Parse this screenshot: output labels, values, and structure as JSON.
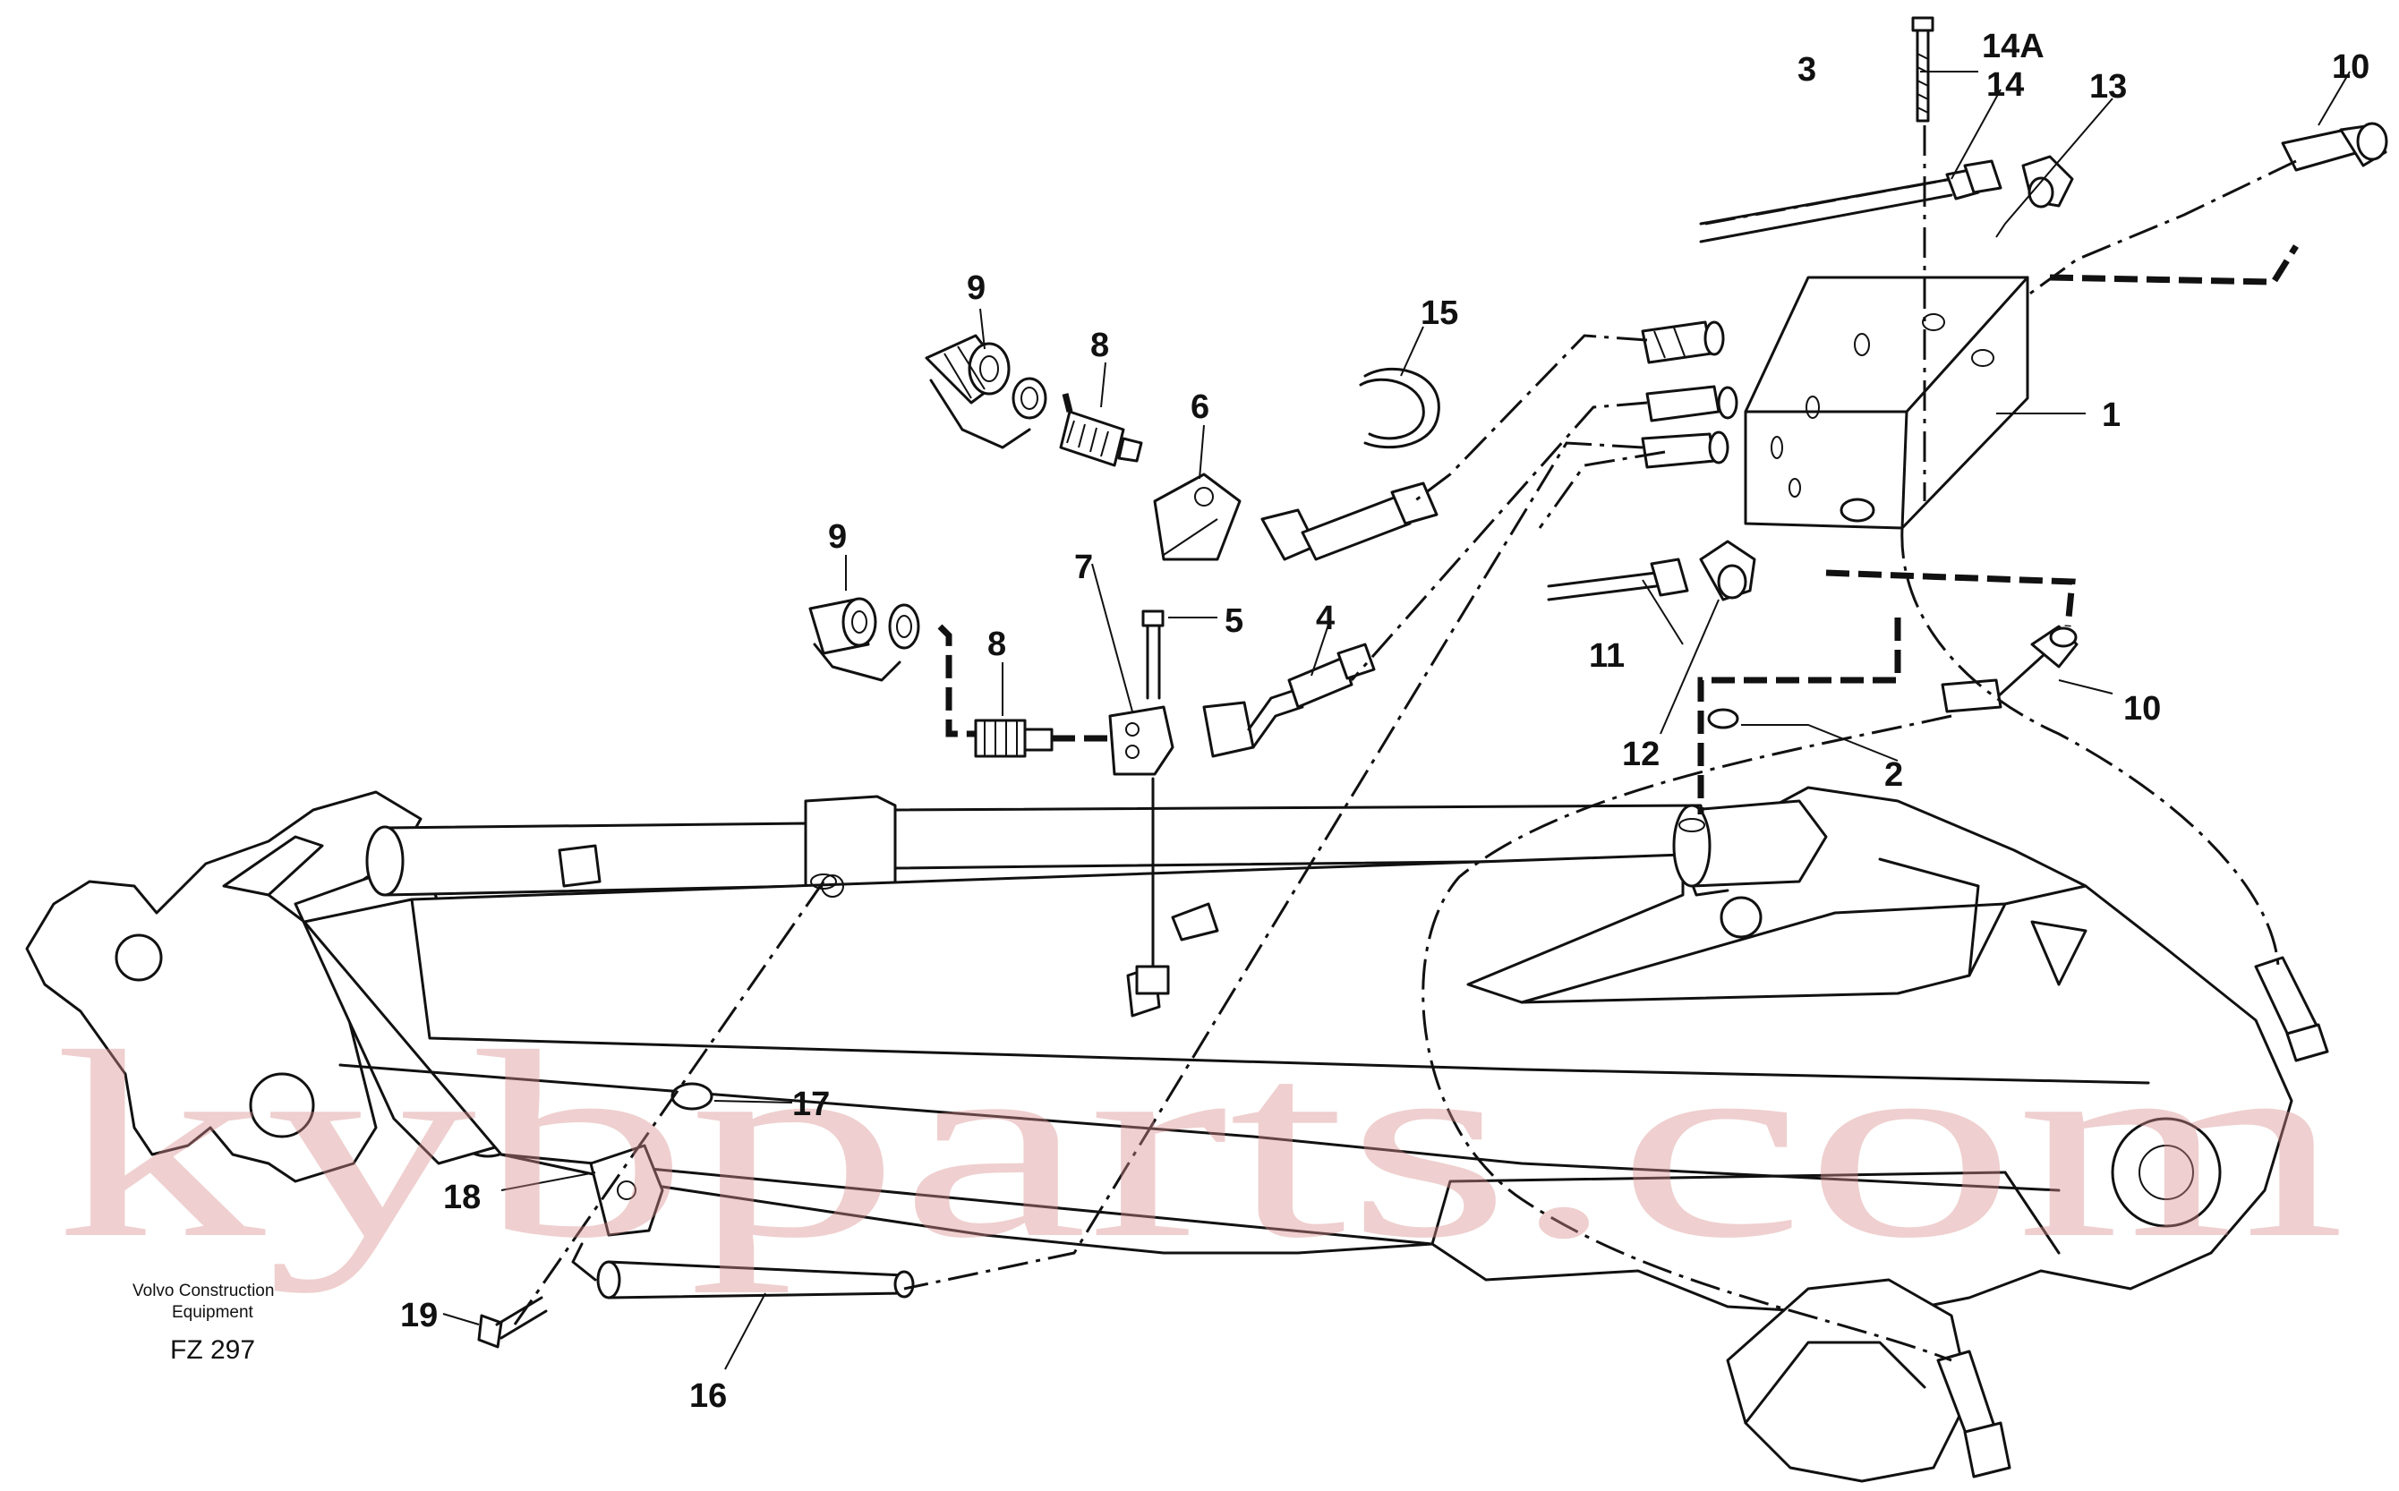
{
  "diagram": {
    "callouts": [
      {
        "id": "c1",
        "label": "1"
      },
      {
        "id": "c2",
        "label": "2"
      },
      {
        "id": "c3",
        "label": "3"
      },
      {
        "id": "c4",
        "label": "4"
      },
      {
        "id": "c5",
        "label": "5"
      },
      {
        "id": "c6",
        "label": "6"
      },
      {
        "id": "c7",
        "label": "7"
      },
      {
        "id": "c8a",
        "label": "8"
      },
      {
        "id": "c8b",
        "label": "8"
      },
      {
        "id": "c9a",
        "label": "9"
      },
      {
        "id": "c9b",
        "label": "9"
      },
      {
        "id": "c10a",
        "label": "10"
      },
      {
        "id": "c10b",
        "label": "10"
      },
      {
        "id": "c11",
        "label": "11"
      },
      {
        "id": "c12",
        "label": "12"
      },
      {
        "id": "c13",
        "label": "13"
      },
      {
        "id": "c14",
        "label": "14"
      },
      {
        "id": "c14a",
        "label": "14A"
      },
      {
        "id": "c15",
        "label": "15"
      },
      {
        "id": "c16",
        "label": "16"
      },
      {
        "id": "c17",
        "label": "17"
      },
      {
        "id": "c18",
        "label": "18"
      },
      {
        "id": "c19",
        "label": "19"
      }
    ],
    "caption": {
      "line1": "Volvo Construction",
      "line2": "Equipment",
      "code": "FZ 297"
    },
    "watermark": {
      "text": "kybparts.com",
      "color": "#d98c8c"
    },
    "line_color": "#111111",
    "background_color": "#ffffff"
  }
}
